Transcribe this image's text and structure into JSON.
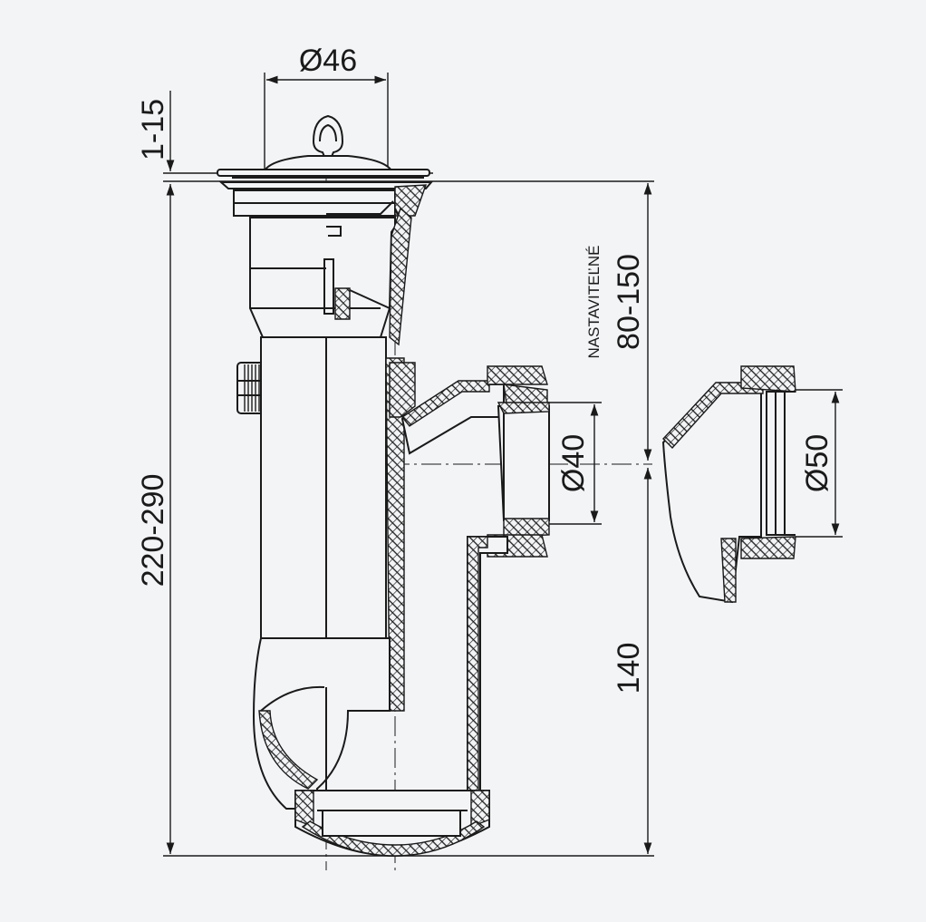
{
  "dimensions": {
    "top_diameter": "Ø46",
    "lift": "1-15",
    "total_height": "220-290",
    "adjustable_note": "NASTAVITEĽNÉ",
    "adjustable_range": "80-150",
    "lower_height": "140",
    "outlet_diameter": "Ø40",
    "adapter_diameter": "Ø50"
  },
  "colors": {
    "background": "#f3f4f6",
    "line": "#1a1a1a"
  }
}
